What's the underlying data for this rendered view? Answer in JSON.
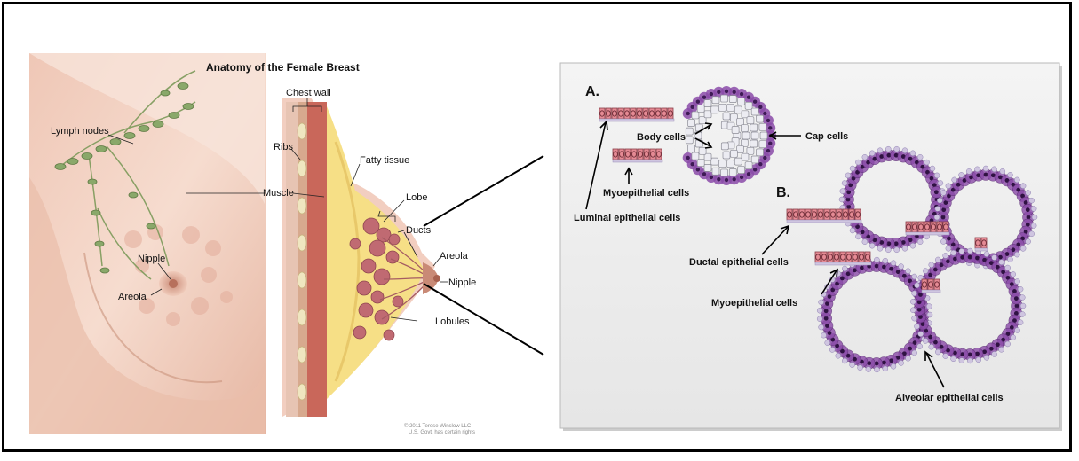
{
  "left_panel": {
    "title": "Anatomy of the Female Breast",
    "labels": {
      "lymph_nodes": "Lymph nodes",
      "chest_wall": "Chest wall",
      "ribs": "Ribs",
      "fatty_tissue": "Fatty tissue",
      "muscle": "Muscle",
      "lobe": "Lobe",
      "ducts": "Ducts",
      "areola_right": "Areola",
      "nipple_right": "Nipple",
      "lobules": "Lobules",
      "nipple_left": "Nipple",
      "areola_left": "Areola"
    },
    "copyright_line1": "© 2011 Terese Winslow LLC",
    "copyright_line2": "U.S. Govt. has certain rights"
  },
  "right_panel": {
    "section_a": "A.",
    "section_b": "B.",
    "labels": {
      "body_cells": "Body cells",
      "cap_cells": "Cap cells",
      "myoepithelial_a": "Myoepithelial cells",
      "luminal": "Luminal epithelial cells",
      "ductal": "Ductal epithelial cells",
      "myoepithelial_b": "Myoepithelial cells",
      "alveolar": "Alveolar epithelial cells"
    }
  },
  "colors": {
    "skin": "#f3d4c6",
    "skin_dark": "#e3b39f",
    "fat": "#f6df86",
    "muscle": "#c9675a",
    "lobule": "#c06a72",
    "panel_bg": "#efefef",
    "cell_pink": "#e58a94",
    "cell_purple": "#8a4aa8",
    "cell_lilac": "#cfc5e0"
  }
}
